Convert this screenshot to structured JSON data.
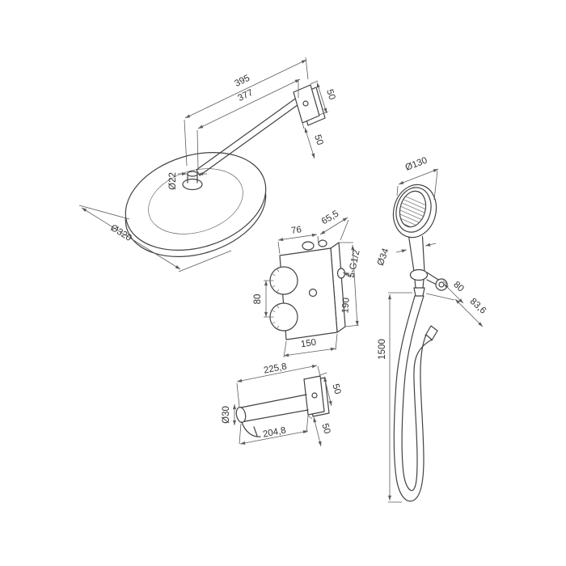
{
  "page": {
    "background_color": "#ffffff",
    "line_color": "#424242",
    "dimension_color": "#5b5b5b"
  },
  "overhead_shower": {
    "arm_length_to_wall": "395",
    "arm_length_to_flange": "377",
    "flange_width": "50",
    "flange_height": "50",
    "connector_diameter": "Ø22",
    "head_diameter": "Ø320"
  },
  "mixer_valve": {
    "body_width": "76",
    "body_depth": "65,5",
    "connections": "5-G1/2",
    "handle_spacing": "80",
    "plate_width": "150",
    "plate_height": "190"
  },
  "spout": {
    "length_overall": "225,8",
    "length_to_wall": "204,8",
    "diameter": "Ø30",
    "flange_width": "50",
    "flange_height": "50"
  },
  "hand_shower": {
    "head_diameter": "Ø130",
    "handle_diameter": "Ø34",
    "holder_width": "80",
    "holder_depth": "83,6",
    "hose_length": "1500"
  }
}
